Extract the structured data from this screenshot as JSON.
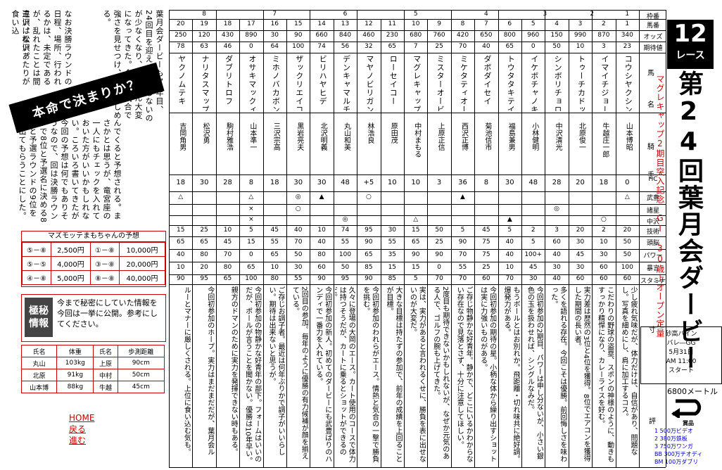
{
  "race": {
    "number": "12",
    "race_label": "レース",
    "title": "第24回葉月会ダービー",
    "subtitle": "マグレキャップ2期目突入記念　GⅠ　30歳上オープン定量",
    "venue": "砂高バイン",
    "venue2": "バレ―GG",
    "date": "5月31日",
    "time": "AM 11:00",
    "start": "スタート",
    "distance": "6800メートル"
  },
  "row_labels": [
    "枠番",
    "馬番",
    "オッズ",
    "期待値",
    "馬",
    "名",
    "騎",
    "手",
    "HC",
    "武豊",
    "諸星",
    "中沢",
    "技術",
    "頭脳",
    "パワー",
    "暴言",
    "スタミナ",
    "寸",
    "評"
  ],
  "wakuban": [
    "8",
    "7",
    "6",
    "5",
    "4",
    "3",
    "2",
    "1"
  ],
  "horses": [
    {
      "umaban": "20",
      "odds": "250",
      "kitai": "78",
      "name": "ヤクノムテキ",
      "jockey": "吉岡角男",
      "hc": "18",
      "take": "△",
      "moro": "",
      "naka": "",
      "gijutsu": "15",
      "zuno": "65",
      "power": "40",
      "bogen": "10",
      "stamina": "90",
      "comment": "ルーとマナーに厳しくされる。上位に食い込む気も。"
    },
    {
      "umaban": "19",
      "odds": "120",
      "kitai": "63",
      "name": "ナリタスマップライアン",
      "jockey": "松沢勇",
      "hc": "30",
      "take": "",
      "moro": "",
      "naka": "",
      "gijutsu": "25",
      "zuno": "65",
      "power": "80",
      "bogen": "20",
      "stamina": "95",
      "comment": "今回初参加のホープ。実力はまだまだだが、葉月会ル"
    },
    {
      "umaban": "18",
      "odds": "430",
      "kitai": "46",
      "name": "ダブリトロフ",
      "jockey": "駒村雅浩",
      "hc": "28",
      "take": "",
      "moro": "",
      "naka": "",
      "gijutsu": "10",
      "zuno": "45",
      "power": "70",
      "bogen": "80",
      "stamina": "65",
      "comment": "親方のドマンのために実力を発揮できない時もある。"
    },
    {
      "umaban": "17",
      "odds": "890",
      "kitai": "0",
      "name": "オサキマックィーン",
      "jockey": "山本準一",
      "hc": "8",
      "take": "△",
      "moro": "×",
      "naka": "×",
      "gijutsu": "5",
      "zuno": "15",
      "power": "0",
      "bogen": "65",
      "stamina": "100",
      "comment": "今回初参加の物静かな好青年の部下。フォームはいいのだが、ポールが言うことを聞かない。優勝は10年早い。"
    },
    {
      "umaban": "16",
      "odds": "30",
      "kitai": "64",
      "name": "ミホノバカボン",
      "jockey": "三沢宗高",
      "hc": "18",
      "take": "",
      "moro": "",
      "naka": "",
      "gijutsu": "45",
      "zuno": "55",
      "power": "65",
      "bogen": "10",
      "stamina": "80",
      "comment": "ご存じお調子者。最近は何年ぶりかで調子がいいらしい。期待は出来ないと思うが。"
    },
    {
      "umaban": "15",
      "odds": "90",
      "kitai": "100",
      "name": "ザックリエイコーオー",
      "jockey": "黒岩亮夫",
      "hc": "30",
      "take": "◎",
      "moro": "○",
      "naka": "",
      "gijutsu": "40",
      "zuno": "70",
      "power": "50",
      "bogen": "30",
      "stamina": "55",
      "comment": "2回目の参加。毎年のように優勝の有力候補が顔を揃えている。"
    },
    {
      "umaban": "14",
      "odds": "660",
      "kitai": "74",
      "name": "ビリハヤヒデ",
      "jockey": "北沢明義",
      "hc": "30",
      "take": "▲",
      "moro": "",
      "naka": "",
      "gijutsu": "10",
      "zuno": "40",
      "power": "80",
      "bogen": "60",
      "stamina": "90",
      "comment": "今回初参加の新人。初めてのダービーにも武豊ばりのハンディで一番力を入れている。"
    },
    {
      "umaban": "13",
      "odds": "840",
      "kitai": "56",
      "name": "デンキャマルチャン",
      "jockey": "丸山和美",
      "hc": "48",
      "take": "",
      "moro": "",
      "naka": "◎",
      "gijutsu": "74",
      "zuno": "55",
      "power": "100",
      "bogen": "50",
      "stamina": "95",
      "comment": "久々に登場の大岡のエース。カート使用のコースで体力は持つそうだが、カートに乗るとショットができるのだ。"
    },
    {
      "umaban": "12",
      "odds": "460",
      "kitai": "32",
      "name": "マヤノビリガン",
      "jockey": "林浩良",
      "hc": "+5",
      "take": "○",
      "moro": "",
      "naka": "",
      "gijutsu": "95",
      "zuno": "90",
      "power": "65",
      "bogen": "85",
      "stamina": "90",
      "comment": "今回初参加のわれらがエース。情熱と気合の一撃で勝負を挑む。"
    },
    {
      "umaban": "11",
      "odds": "230",
      "kitai": "65",
      "name": "ローセイコー",
      "jockey": "原田茂",
      "hc": "10",
      "take": "",
      "moro": "",
      "naka": "",
      "gijutsu": "30",
      "zuno": "55",
      "power": "35",
      "bogen": "15",
      "stamina": "85",
      "comment": "大きな目標は持たずの参加で、前年の成績を上回ることが目標。"
    },
    {
      "umaban": "10",
      "odds": "680",
      "kitai": "7",
      "name": "マグレキャップ",
      "jockey": "中村まもる",
      "hc": "10",
      "take": "",
      "moro": "",
      "naka": "△",
      "gijutsu": "15",
      "zuno": "65",
      "power": "90",
      "bogen": "15",
      "stamina": "5",
      "comment": "実は、実力があると言われるくせに、勝負を表に出せないのが大変だ。"
    },
    {
      "umaban": "9",
      "odds": "760",
      "kitai": "25",
      "name": "ミスターオービー",
      "jockey": "上原正信",
      "hc": "3",
      "take": "",
      "moro": "",
      "naka": "",
      "gijutsu": "50",
      "zuno": "25",
      "power": "90",
      "bogen": "0",
      "stamina": "70",
      "comment": "2度目も期待できないかもしれないが、なぜか元気のある人で、ゴルフの腕も上げてきた。"
    },
    {
      "umaban": "8",
      "odds": "420",
      "kitai": "70",
      "name": "ミケタティオー",
      "jockey": "西沢正博",
      "hc": "36",
      "take": "▲",
      "moro": "",
      "naka": "",
      "gijutsu": "5",
      "zuno": "90",
      "power": "70",
      "bogen": "55",
      "stamina": "70",
      "comment": "ご存じ物静かな好青年。静かで、どこにいるかわからない存在なので見落とさず、十分に注意してほしい。"
    },
    {
      "umaban": "7",
      "odds": "650",
      "kitai": "40",
      "name": "ダボダイセイ",
      "jockey": "菊池信市",
      "hc": "8",
      "take": "",
      "moro": "",
      "naka": "",
      "gijutsu": "45",
      "zuno": "75",
      "power": "75",
      "bogen": "25",
      "stamina": "60",
      "comment": "今回初参加の期待の星。小柄な体から繰り出すショットは実に力強いものがある。"
    },
    {
      "umaban": "6",
      "odds": "800",
      "kitai": "65",
      "name": "トウタタキテイオー",
      "jockey": "福島兼男",
      "hc": "30",
      "take": "",
      "moro": "",
      "naka": "▲",
      "gijutsu": "5",
      "zuno": "40",
      "power": "40",
      "bogen": "10",
      "stamina": "70",
      "comment": "もうボールとはお別れか。飛距離・切れ味共に絶好調。爆発力がある。"
    },
    {
      "umaban": "5",
      "odds": "960",
      "kitai": "0",
      "name": "イケボチャノキヒデ",
      "jockey": "小林健明",
      "hc": "48",
      "take": "",
      "moro": "",
      "naka": "",
      "gijutsu": "2",
      "zuno": "5",
      "power": "100+",
      "bogen": "45",
      "stamina": "30",
      "comment": "今回初参加の2期目、パワーは申し分ないが、小さい銀色の玉を扱わせれば、シングルなみだ。"
    },
    {
      "umaban": "4",
      "odds": "150",
      "kitai": "50",
      "name": "シンボリチョロルフ",
      "jockey": "中沢清光",
      "hc": "28",
      "take": "",
      "moro": "◎",
      "naka": "",
      "gijutsu": "3",
      "zuno": "60",
      "power": "40",
      "bogen": "30",
      "stamina": "40",
      "comment": "多くを語れる存在。今回こそは優勝。前回悔しさを味わった。"
    },
    {
      "umaban": "3",
      "odds": "990",
      "kitai": "10",
      "name": "トゥーチカドッキ",
      "jockey": "北原俊一",
      "hc": "20",
      "take": "",
      "moro": "",
      "naka": "",
      "gijutsu": "20",
      "zuno": "30",
      "power": "45",
      "bogen": "30",
      "stamina": "60",
      "comment": "実力差は歴然の3位と4位を獲得。8位でエアコンを獲得した期間の長い者。"
    },
    {
      "umaban": "2",
      "odds": "870",
      "kitai": "3",
      "name": "イマイチジョージ",
      "jockey": "牛越庄一郎",
      "hc": "18",
      "take": "",
      "moro": "",
      "naka": "○",
      "gijutsu": "2",
      "zuno": "10",
      "power": "30",
      "bogen": "60",
      "stamina": "60",
      "comment": "こだわりの野球の盗塁、スポンの神様のように、動きもすっかり精悍になり、カレーライスを好む。"
    },
    {
      "umaban": "1",
      "odds": "340",
      "kitai": "23",
      "name": "コウシヤクシングル",
      "jockey": "山本博昭",
      "hc": "0",
      "take": "△",
      "moro": "",
      "naka": "",
      "gijutsu": "20",
      "zuno": "50",
      "power": "50",
      "bogen": "100",
      "stamina": "60",
      "comment": "少し疲れ気味だが、体力だけは、自信があり、問題なし。写真を細めにし、肩に加工するコス。"
    }
  ],
  "left_text": {
    "intro": "葉月会ダービーも14年目、24回目を迎え、優勝しないのが少なくなり、だんだん大変になってきた。今回の試合で強さを見せつけ、なお楽しめる。",
    "banner": "本命で決まりか？",
    "col2": "んでくると予想される。まさかとは思うが、竜宮座の一人にもチェックを入れておいた方がいいかもしれない。ころいろ書いてきたが今回の予想は何でもありそうなので、回は決勝ラウンドで8位と予選名に決める8位と予選ラウンドの9位を選出てもらうことにした。",
    "col3": "なお決勝ラウンドの日程、場所、行われるかは、未定であるが、乱れたことは間違いはない。",
    "col4": "三沢、松沢あたりが食い込"
  },
  "prediction": {
    "title": "マズモッテまもちゃんの予想",
    "rows": [
      [
        "⑤－⑧",
        "2,500円",
        "①－⑧",
        "10,000円"
      ],
      [
        "⑤－⑤",
        "4,000円",
        "③－⑧",
        "20,000円"
      ],
      [
        "④－⑧",
        "5,000円",
        "⑧－⑧",
        "40,000円"
      ]
    ]
  },
  "secret": {
    "badge1": "極秘",
    "badge2": "情報",
    "text": "今まで秘密にしていた情報を今回は一挙に公開。参考にしてください。"
  },
  "weights": {
    "headers": [
      "氏名",
      "体重",
      "氏名",
      "歩測距離"
    ],
    "rows": [
      [
        "丸山",
        "103kg",
        "上原",
        "90cm"
      ],
      [
        "北原",
        "91kg",
        "中村",
        "50cm"
      ],
      [
        "山本博",
        "88kg",
        "牛越",
        "45cm"
      ]
    ]
  },
  "nav": {
    "home": "HOME",
    "back": "戻る",
    "next": "進む"
  },
  "prizes": {
    "title": "賞品",
    "lines": [
      "1 500万ビデオ",
      "2 380万鉄板",
      "3 750万ワンガ",
      "BB 300万チオディ",
      "BM 100万ダブリ"
    ]
  },
  "sunpyo_label": "寸評"
}
